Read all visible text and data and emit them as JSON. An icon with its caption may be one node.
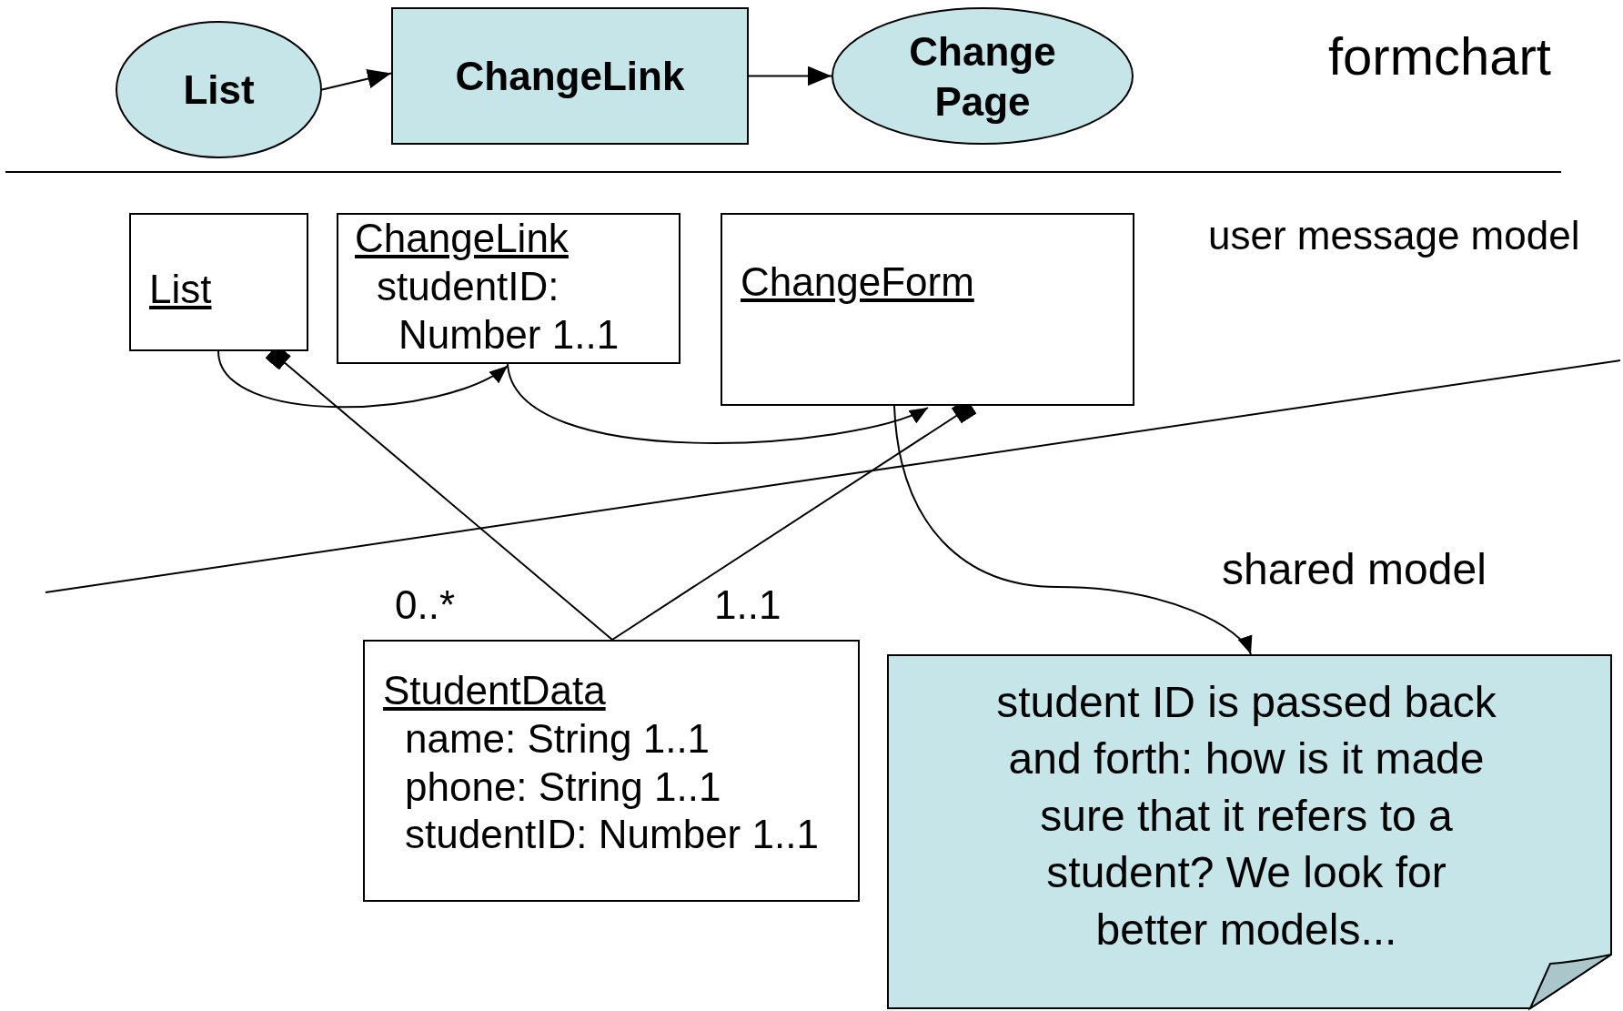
{
  "diagram": {
    "nodes": [
      {
        "text": [
          "List"
        ]
      },
      {
        "text": [
          "ChangeLink"
        ]
      },
      {
        "text": [
          "Change Page"
        ]
      },
      {
        "text": [
          "List"
        ]
      },
      {
        "text": [
          "ChangeLink",
          "studentID: Number 1..1"
        ]
      },
      {
        "text": [
          "ChangeForm"
        ]
      },
      {
        "text": [
          "StudentData",
          "name: String 1..1",
          "phone: String 1..1",
          "studentID: Number 1..1"
        ]
      },
      {
        "text": [
          "student ID is passed back and forth: how is it made sure that it refers to a student? We look for better models..."
        ]
      }
    ],
    "edges": [
      {
        "from": 0,
        "to": 1,
        "arrow": "to"
      },
      {
        "from": 1,
        "to": 2,
        "arrow": "to"
      },
      {
        "from": 3,
        "to": 4,
        "arrow": "to"
      },
      {
        "from": 4,
        "to": 5,
        "arrow": "to"
      },
      {
        "from": 6,
        "to": 3,
        "arrow": "other"
      },
      {
        "from": 6,
        "to": 5,
        "arrow": "other"
      },
      {
        "from": 5,
        "to": 7,
        "arrow": "to"
      }
    ],
    "labels": [
      "formchart",
      "user message model",
      "shared model",
      "0..*",
      "1..1"
    ]
  }
}
